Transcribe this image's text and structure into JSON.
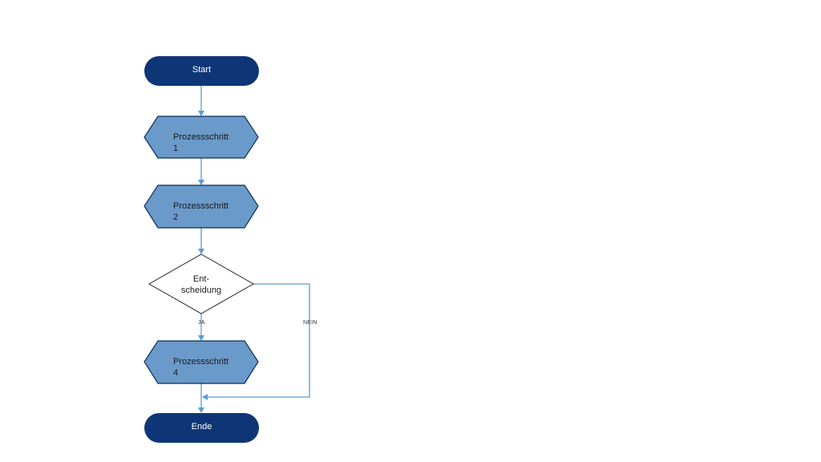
{
  "diagram": {
    "colors": {
      "terminal_fill": "#0e3677",
      "process_fill": "#6a9ac9",
      "process_stroke": "#0d2e5e",
      "decision_fill": "#ffffff",
      "decision_stroke": "#222222",
      "connector": "#5b9bd5"
    },
    "nodes": {
      "start": {
        "label": "Start"
      },
      "step1": {
        "line1": "Prozessschritt",
        "line2": "1"
      },
      "step2": {
        "line1": "Prozessschritt",
        "line2": "2"
      },
      "decision": {
        "line1": "Ent-",
        "line2": "scheidung"
      },
      "step4": {
        "line1": "Prozessschritt",
        "line2": "4"
      },
      "end": {
        "label": "Ende"
      }
    },
    "edges": {
      "yes_label": "JA",
      "no_label": "NEIN"
    }
  }
}
